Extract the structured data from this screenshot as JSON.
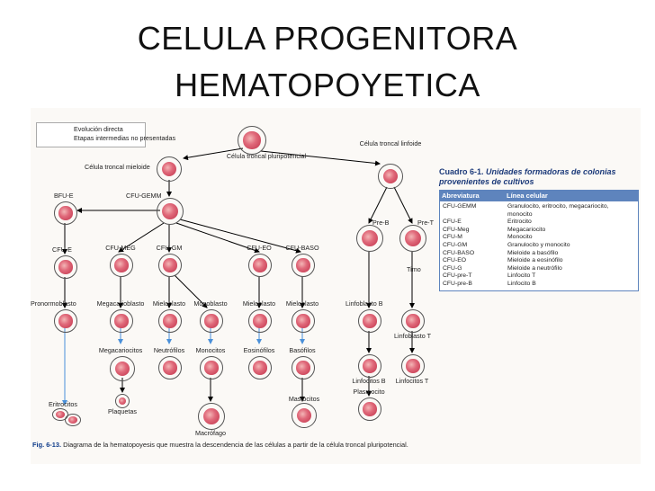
{
  "slide": {
    "title_line1": "CELULA PROGENITORA",
    "title_line2": "HEMATOPOYETICA"
  },
  "legend": {
    "direct": "Evolución directa",
    "intermediate": "Etapas intermedias no presentadas"
  },
  "colors": {
    "direct_arrow": "#000000",
    "intermediate_arrow": "#4a90d9",
    "table_header": "#5e84bd",
    "caption_label": "#0f3c8a",
    "cell_fill": "#d94b63"
  },
  "labels": {
    "pluripotent": "Célula troncal pluripotencial",
    "myeloid": "Célula troncal mieloide",
    "lymphoid": "Célula troncal linfoide",
    "bfu_e": "BFU-E",
    "cfu_gemm": "CFU-GEMM",
    "cfu_e": "CFU-E",
    "cfu_meg": "CFU-MEG",
    "cfu_gm": "CFU-GM",
    "cfu_eo": "CFU-EO",
    "cfu_baso": "CFU-BASO",
    "pre_b": "Pre-B",
    "pre_t": "Pre-T",
    "timo": "Timo",
    "pronormoblasto": "Pronormoblasto",
    "megacarioblasto": "Megacarioblasto",
    "mieloblasto1": "Mieloblasto",
    "monoblasto": "Monoblasto",
    "mieloblasto2": "Mieloblasto",
    "mieloblasto3": "Mieloblasto",
    "linfoblasto_b": "Linfoblasto B",
    "linfoblasto_t": "Linfoblasto T",
    "megacariocitos": "Megacariocitos",
    "neutrofilos": "Neutrófilos",
    "monocitos": "Monocitos",
    "eosinofilos": "Eosinófilos",
    "basofilos": "Basófilos",
    "linfocitos_b": "Linfocitos B",
    "linfocitos_t": "Linfocitos T",
    "eritrocitos": "Eritrocitos",
    "plaquetas": "Plaquetas",
    "macrofago": "Macrófago",
    "mastocitos": "Mastocitos",
    "plasmocito": "Plasmocito"
  },
  "table": {
    "label": "Cuadro 6-1.",
    "title": "Unidades formadoras de colonias provenientes de cultivos",
    "col1": "Abreviatura",
    "col2": "Línea celular",
    "rows": [
      {
        "abbr": "CFU-GEMM",
        "line": "Granulocito, eritrocito, megacariocito,"
      },
      {
        "abbr": "",
        "line": "monocito"
      },
      {
        "abbr": "CFU-E",
        "line": "Eritrocito"
      },
      {
        "abbr": "CFU-Meg",
        "line": "Megacariocito"
      },
      {
        "abbr": "CFU-M",
        "line": "Monocito"
      },
      {
        "abbr": "CFU-GM",
        "line": "Granulocito y monocito"
      },
      {
        "abbr": "CFU-BASO",
        "line": "Mieloide a basófilo"
      },
      {
        "abbr": "CFU-EO",
        "line": "Mieloide a eosinófilo"
      },
      {
        "abbr": "CFU-G",
        "line": "Mieloide a neutrófilo"
      },
      {
        "abbr": "CFU-pre-T",
        "line": "Linfocito T"
      },
      {
        "abbr": "CFU-pre-B",
        "line": "Linfocito B"
      }
    ]
  },
  "caption": {
    "label": "Fig. 6-13.",
    "text": "Diagrama de la hematopoyesis que muestra la descendencia de las células a partir de la célula troncal pluripotencial."
  }
}
